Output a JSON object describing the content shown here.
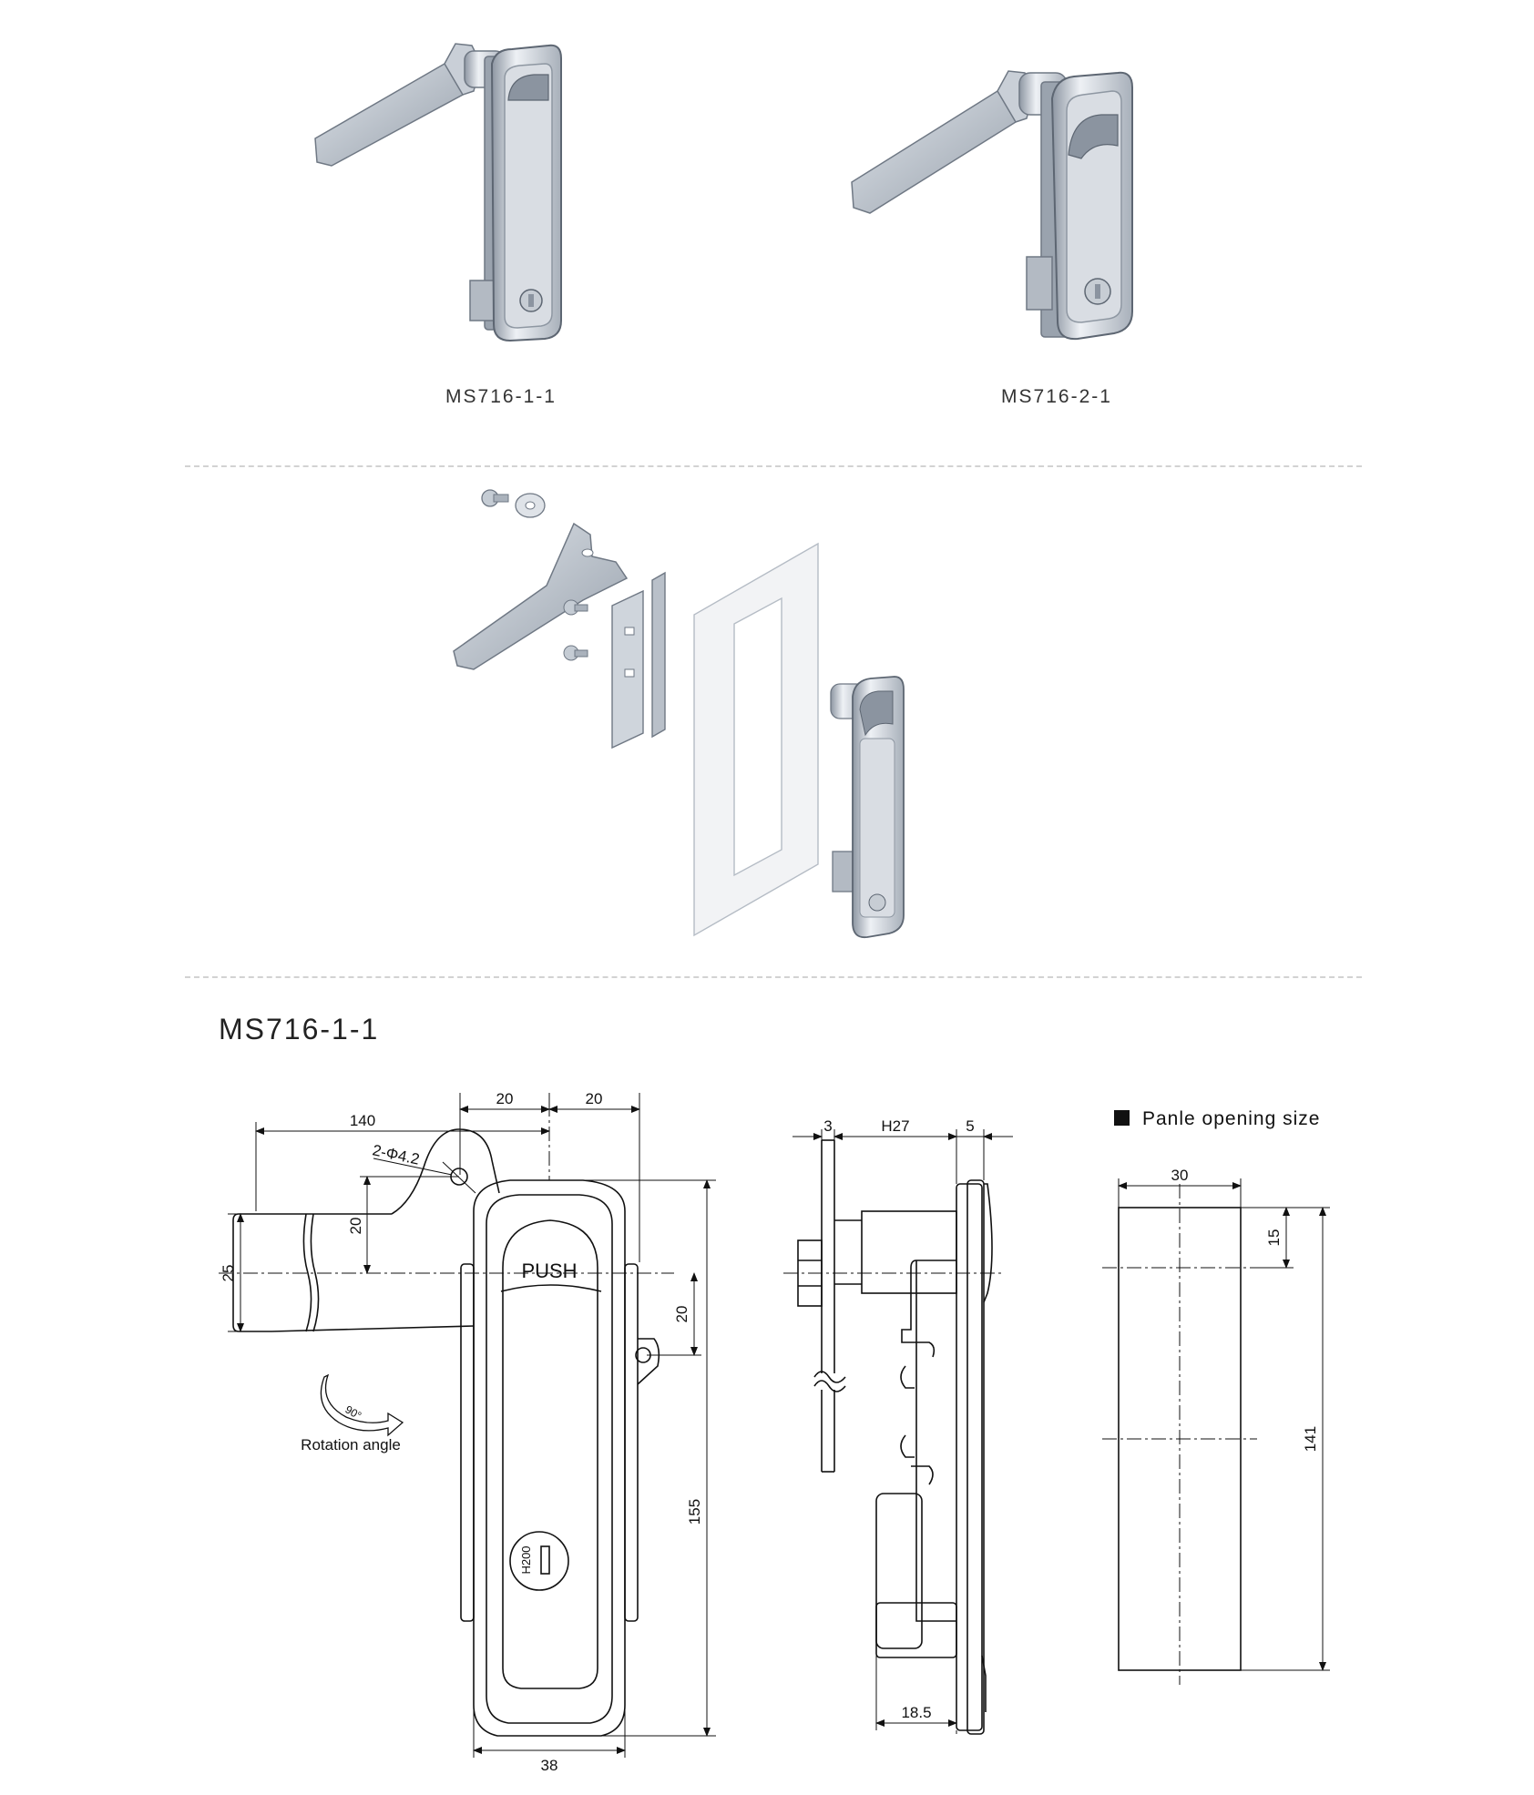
{
  "products": [
    {
      "name": "MS716-1-1"
    },
    {
      "name": "MS716-2-1"
    }
  ],
  "drawing": {
    "title": "MS716-1-1",
    "front_view": {
      "dimensions": {
        "top_left": "20",
        "top_right": "20",
        "cam_length": "140",
        "hole": "2-Φ4.2",
        "cam_offset": "20",
        "cam_width": "25",
        "right_offset": "20",
        "height": "155",
        "width": "38"
      },
      "push_label": "PUSH",
      "key_label": "H200",
      "rotation_degrees": "90°",
      "rotation_label": "Rotation angle"
    },
    "side_view": {
      "dimensions": {
        "panel": "3",
        "depth": "H27",
        "bezel": "5",
        "body_depth": "18.5"
      }
    },
    "panel_opening": {
      "title": "Panle opening size",
      "dimensions": {
        "width": "30",
        "offset": "15",
        "height": "141"
      }
    }
  },
  "colors": {
    "metal_light": "#e6e9ee",
    "metal_mid": "#b9c0c9",
    "metal_dark": "#7d8692",
    "line": "#111111",
    "divider": "#d2d2d2"
  }
}
